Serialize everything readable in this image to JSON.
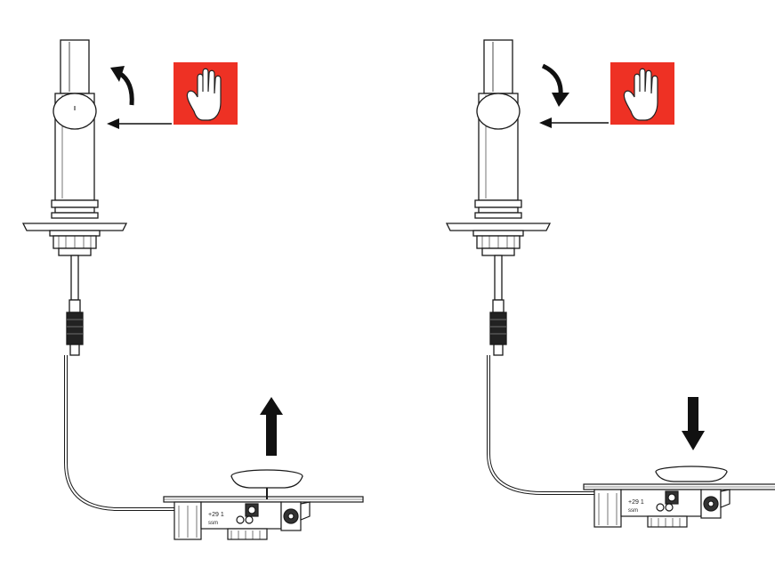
{
  "panels": [
    {
      "id": "open",
      "lever_motion": "up",
      "plug_state": "raised"
    },
    {
      "id": "close",
      "lever_motion": "down",
      "plug_state": "lowered"
    }
  ],
  "colors": {
    "line": "#1a1a1a",
    "fill_light": "#ffffff",
    "fill_dark": "#222222",
    "hand_sign_bg": "#ee3124",
    "hand_sign_fg": "#ffffff"
  },
  "icons": [
    "hand-sign-icon",
    "curved-arrow-icon",
    "pointer-arrow-icon",
    "plug-arrow-icon"
  ]
}
